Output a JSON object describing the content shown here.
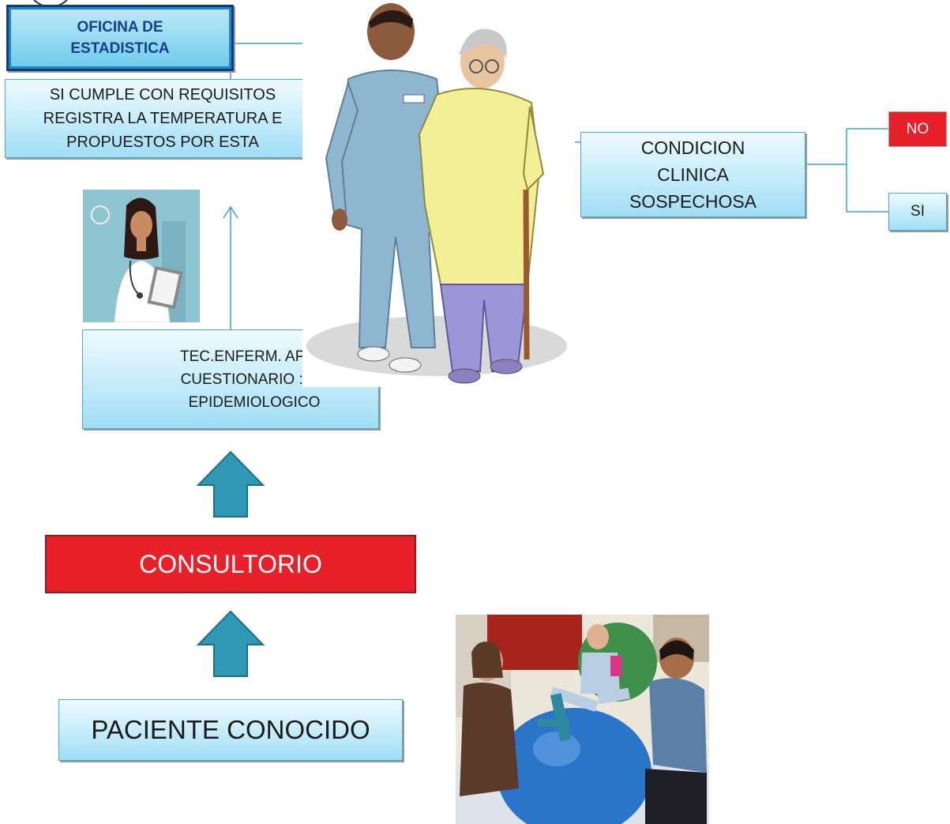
{
  "header_box": {
    "line1": "OFICINA DE",
    "line2": "ESTADISTICA"
  },
  "requirements_box": {
    "line1": "SI CUMPLE CON REQUISITOS",
    "line2": "REGISTRA LA TEMPERATURA E",
    "line3": "PROPUESTOS POR ESTA"
  },
  "nurse_box": {
    "line1": "TEC.ENFERM. APLIC",
    "line2": "CUESTIONARIO : NE",
    "line3": "EPIDEMIOLOGICO"
  },
  "consultorio_box": {
    "label": "CONSULTORIO"
  },
  "patient_box": {
    "label": "PACIENTE CONOCIDO"
  },
  "condition_box": {
    "line1": "CONDICION",
    "line2": "CLINICA",
    "line3": "SOSPECHOSA"
  },
  "option_no": {
    "label": "NO"
  },
  "option_si": {
    "label": "SI"
  },
  "colors": {
    "box_border": "#4aa7c8",
    "box_fill": "#c4ecfa",
    "red": "#e8202a",
    "arrow": "#2f99b5",
    "connector": "#3ba3c6"
  }
}
